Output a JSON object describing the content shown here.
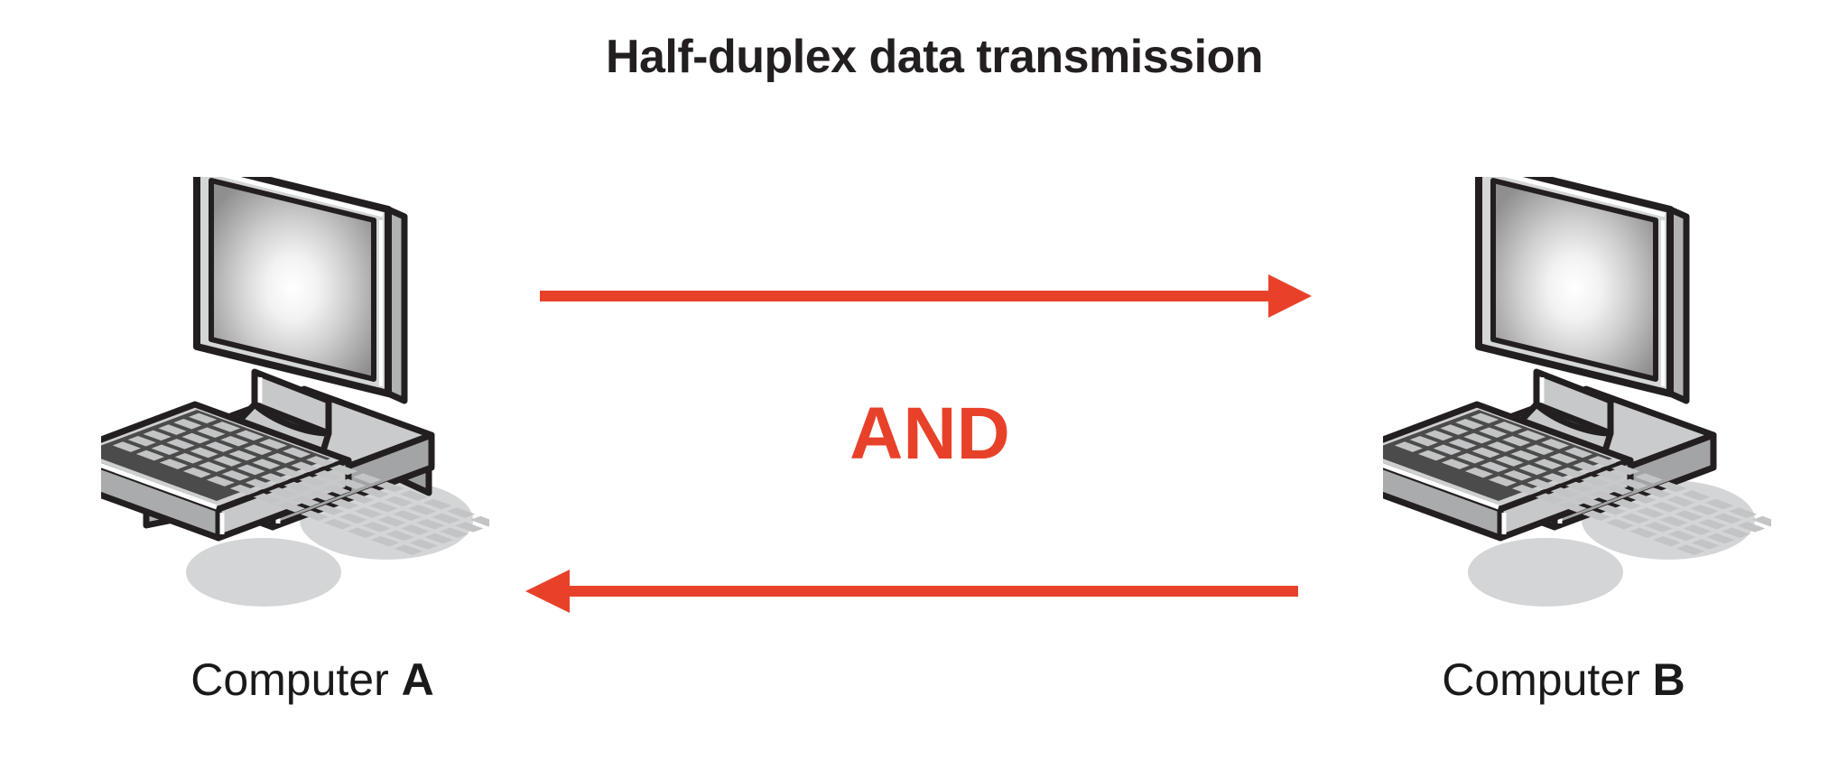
{
  "figure": {
    "title": "Half-duplex data transmission",
    "middle_label": "AND",
    "background_color": "#ffffff",
    "accent_color": "#e8412a",
    "text_color": "#231f20"
  },
  "nodes": [
    {
      "id": "computer-a",
      "caption_prefix": "Computer ",
      "caption_suffix": "A",
      "icon": "desktop-computer-icon"
    },
    {
      "id": "computer-b",
      "caption_prefix": "Computer ",
      "caption_suffix": "B",
      "icon": "desktop-computer-icon"
    }
  ],
  "arrows": [
    {
      "id": "arrow-a-to-b",
      "direction": "right",
      "from": "computer-a",
      "to": "computer-b",
      "color": "#e8412a"
    },
    {
      "id": "arrow-b-to-a",
      "direction": "left",
      "from": "computer-b",
      "to": "computer-a",
      "color": "#e8412a"
    }
  ]
}
